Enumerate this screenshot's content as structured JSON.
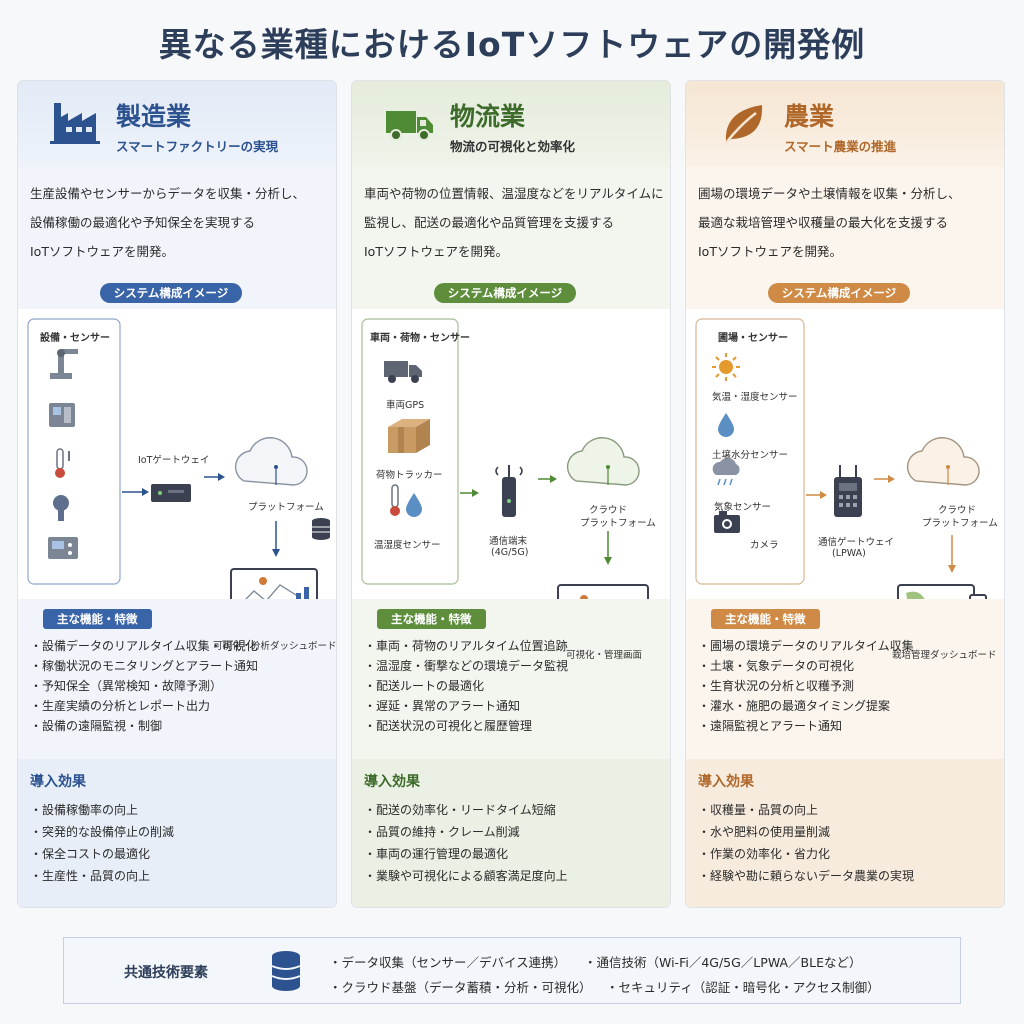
{
  "title": "異なる業種におけるIoTソフトウェアの開発例",
  "colors": {
    "blue": "#3a64a8",
    "green": "#5e8e3c",
    "orange": "#cf8a45"
  },
  "columns": [
    {
      "icon": "factory-icon",
      "title": "製造業",
      "subtitle": "スマートファクトリーの実現",
      "description": [
        "生産設備やセンサーからデータを収集・分析し、",
        "設備稼働の最適化や予知保全を実現する",
        "IoTソフトウェアを開発。"
      ],
      "system_label": "システム構成イメージ",
      "diagram": {
        "group_title": "設備・センサー",
        "gateway": "IoTゲートウェイ",
        "cloud": "プラットフォーム",
        "dashboard": "可視化・分析ダッシュボード"
      },
      "features_label": "主な機能・特徴",
      "features": [
        "・設備データのリアルタイム収集・可視化",
        "・稼働状況のモニタリングとアラート通知",
        "・予知保全（異常検知・故障予測）",
        "・生産実績の分析とレポート出力",
        "・設備の遠隔監視・制御"
      ],
      "effects_label": "導入効果",
      "effects": [
        "・設備稼働率の向上",
        "・突発的な設備停止の削減",
        "・保全コストの最適化",
        "・生産性・品質の向上"
      ]
    },
    {
      "icon": "truck-icon",
      "title": "物流業",
      "subtitle": "物流の可視化と効率化",
      "description": [
        "車両や荷物の位置情報、温湿度などをリアルタイムに",
        "監視し、配送の最適化や品質管理を支援する",
        "IoTソフトウェアを開発。"
      ],
      "system_label": "システム構成イメージ",
      "diagram": {
        "group_title": "車両・荷物・センサー",
        "sensor1": "車両GPS",
        "sensor2": "荷物トラッカー",
        "sensor3": "温湿度センサー",
        "gateway": "通信端末",
        "gateway_sub": "(4G/5G)",
        "cloud": "クラウド",
        "cloud_sub": "プラットフォーム",
        "dashboard": "可視化・管理画面"
      },
      "features_label": "主な機能・特徴",
      "features": [
        "・車両・荷物のリアルタイム位置追跡",
        "・温湿度・衝撃などの環境データ監視",
        "・配送ルートの最適化",
        "・遅延・異常のアラート通知",
        "・配送状況の可視化と履歴管理"
      ],
      "effects_label": "導入効果",
      "effects": [
        "・配送の効率化・リードタイム短縮",
        "・品質の維持・クレーム削減",
        "・車両の運行管理の最適化",
        "・業験や可視化による顧客満足度向上"
      ]
    },
    {
      "icon": "leaf-icon",
      "title": "農業",
      "subtitle": "スマート農業の推進",
      "description": [
        "圃場の環境データや土壌情報を収集・分析し、",
        "最適な栽培管理や収穫量の最大化を支援する",
        "IoTソフトウェアを開発。"
      ],
      "system_label": "システム構成イメージ",
      "diagram": {
        "group_title": "圃場・センサー",
        "sensor1": "気温・湿度センサー",
        "sensor2": "土壌水分センサー",
        "sensor3": "気象センサー",
        "sensor4": "カメラ",
        "gateway": "通信ゲートウェイ",
        "gateway_sub": "(LPWA)",
        "cloud": "クラウド",
        "cloud_sub": "プラットフォーム",
        "dashboard": "栽培管理ダッシュボード"
      },
      "features_label": "主な機能・特徴",
      "features": [
        "・圃場の環境データのリアルタイム収集",
        "・土壌・気象データの可視化",
        "・生育状況の分析と収穫予測",
        "・灌水・施肥の最適タイミング提案",
        "・遠隔監視とアラート通知"
      ],
      "effects_label": "導入効果",
      "effects": [
        "・収穫量・品質の向上",
        "・水や肥料の使用量削減",
        "・作業の効率化・省力化",
        "・経験や勘に頼らないデータ農業の実現"
      ]
    }
  ],
  "common": {
    "title": "共通技術要素",
    "icon": "database-icon",
    "items": [
      "・データ収集（センサー／デバイス連携）",
      "・通信技術（Wi-Fi／4G/5G／LPWA／BLEなど）",
      "・クラウド基盤（データ蓄積・分析・可視化）",
      "・セキュリティ（認証・暗号化・アクセス制御）"
    ]
  }
}
